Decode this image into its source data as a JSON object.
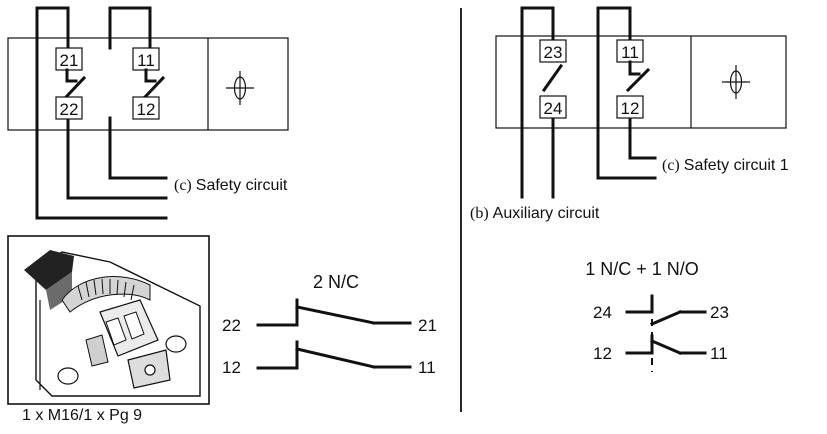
{
  "left_block": {
    "contact_a": {
      "top": "21",
      "bottom": "22"
    },
    "contact_b": {
      "top": "11",
      "bottom": "12"
    },
    "label_prefix": "(c)",
    "label": "Safety circuit"
  },
  "right_block": {
    "contact_a": {
      "top": "23",
      "bottom": "24"
    },
    "contact_b": {
      "top": "11",
      "bottom": "12"
    },
    "label_prefix": "(c)",
    "label": "Safety circuit 1",
    "aux_prefix": "(b)",
    "aux_label": "Auxiliary circuit"
  },
  "photo": {
    "caption": "1 x M16/1 x Pg 9"
  },
  "schematic_left": {
    "title": "2 N/C",
    "top_left": "22",
    "top_right": "21",
    "bottom_left": "12",
    "bottom_right": "11"
  },
  "schematic_right": {
    "title": "1 N/C + 1 N/O",
    "top_left": "24",
    "top_right": "23",
    "bottom_left": "12",
    "bottom_right": "11"
  }
}
